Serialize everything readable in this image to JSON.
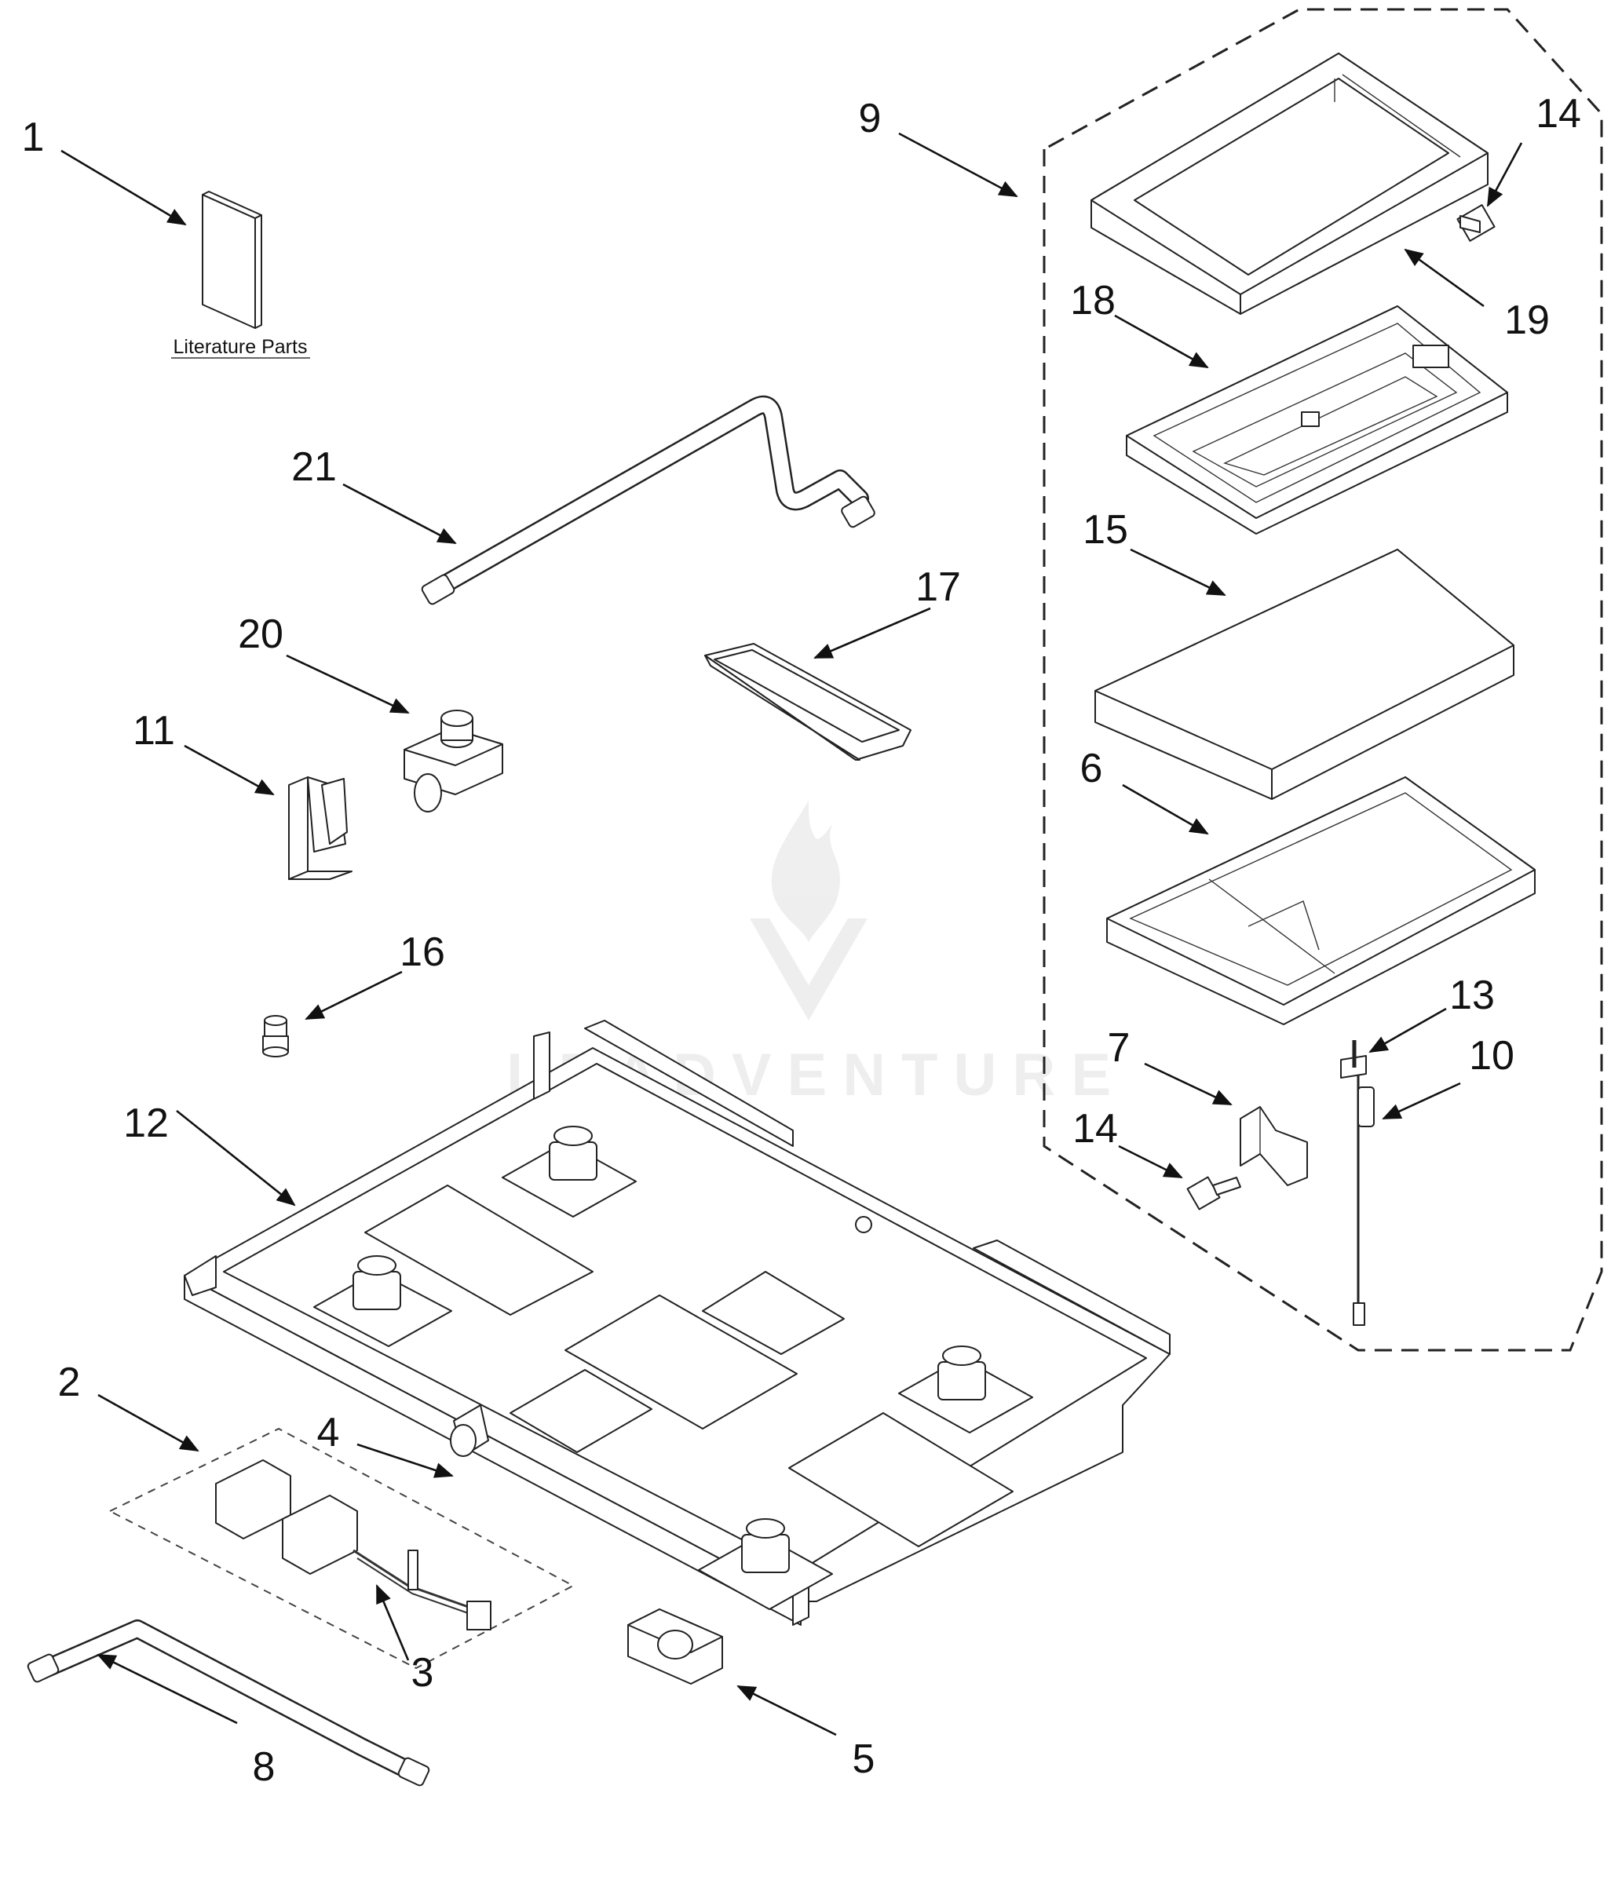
{
  "diagram": {
    "literature_label": "Literature Parts",
    "watermark": "LEADVENTURE",
    "callouts": [
      {
        "id": "1",
        "label": "1"
      },
      {
        "id": "2",
        "label": "2"
      },
      {
        "id": "3",
        "label": "3"
      },
      {
        "id": "4",
        "label": "4"
      },
      {
        "id": "5",
        "label": "5"
      },
      {
        "id": "6",
        "label": "6"
      },
      {
        "id": "7",
        "label": "7"
      },
      {
        "id": "8",
        "label": "8"
      },
      {
        "id": "9",
        "label": "9"
      },
      {
        "id": "10",
        "label": "10"
      },
      {
        "id": "11",
        "label": "11"
      },
      {
        "id": "12",
        "label": "12"
      },
      {
        "id": "13",
        "label": "13"
      },
      {
        "id": "14a",
        "label": "14"
      },
      {
        "id": "14b",
        "label": "14"
      },
      {
        "id": "15",
        "label": "15"
      },
      {
        "id": "16",
        "label": "16"
      },
      {
        "id": "17",
        "label": "17"
      },
      {
        "id": "18",
        "label": "18"
      },
      {
        "id": "19",
        "label": "19"
      },
      {
        "id": "20",
        "label": "20"
      },
      {
        "id": "21",
        "label": "21"
      }
    ]
  }
}
